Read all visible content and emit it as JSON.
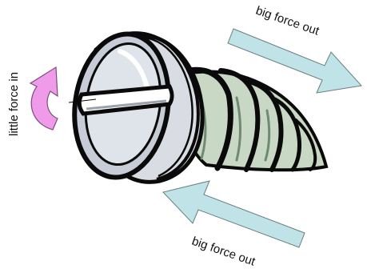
{
  "labels": {
    "top_right": "big force out",
    "bottom_right": "big force out",
    "left_vertical": "little force in"
  },
  "colors": {
    "arrow_fill": "#bfe3e6",
    "arrow_stroke": "#6a7f80",
    "rotate_arrow_fill": "#ef9be9",
    "rotate_arrow_stroke": "#7d4d7a",
    "screw_thread": "#c9d8c4",
    "screw_head": "#c7ccd6",
    "outline": "#0a0a0a"
  },
  "icons": {
    "screw": "screw-illustration",
    "rotation": "curved-rotation-arrow"
  }
}
